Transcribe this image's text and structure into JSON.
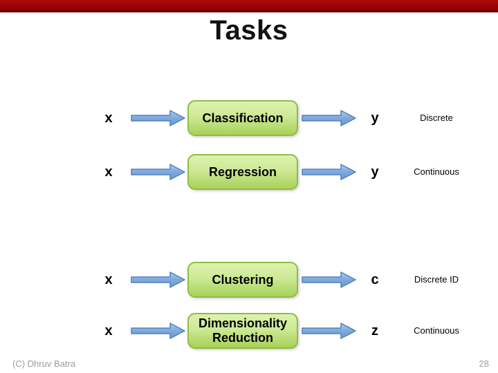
{
  "slide": {
    "title": "Tasks",
    "footer_left": "(C) Dhruv Batra",
    "page_number": "28"
  },
  "colors": {
    "top_bar_red": "#9a0202",
    "box_fill_top": "#ddf2ae",
    "box_fill_bottom": "#a8d159",
    "box_border_green": "#8fbc44",
    "arrow_fill_top": "#a9c7ea",
    "arrow_fill_bottom": "#6d9ad0",
    "arrow_border_blue": "#4f81bd",
    "footer_gray": "#9b9b9b"
  },
  "icons": {
    "arrow": "right-block-arrow"
  },
  "rows": [
    {
      "input": "x",
      "task": "Classification",
      "output": "y",
      "output_type": "Discrete"
    },
    {
      "input": "x",
      "task": "Regression",
      "output": "y",
      "output_type": "Continuous"
    },
    {
      "input": "x",
      "task": "Clustering",
      "output": "c",
      "output_type": "Discrete ID"
    },
    {
      "input": "x",
      "task": "Dimensionality Reduction",
      "output": "z",
      "output_type": "Continuous"
    }
  ]
}
